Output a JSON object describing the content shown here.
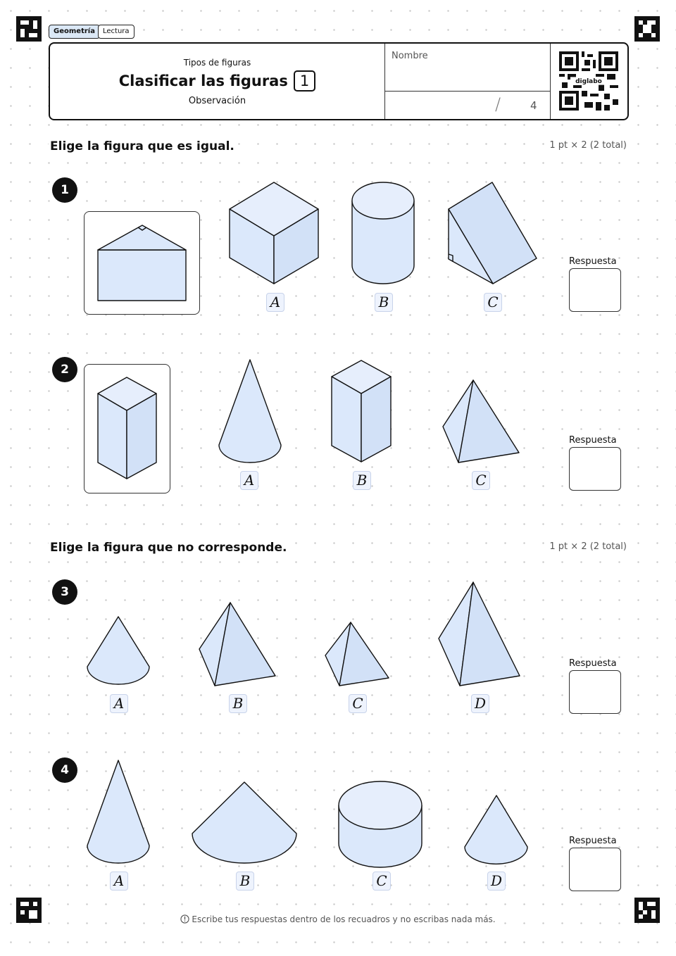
{
  "tags": [
    "Geometría",
    "Lectura"
  ],
  "header": {
    "topic": "Tipos de figuras",
    "title": "Clasificar las figuras",
    "number": "1",
    "subtitle": "Observación",
    "name_label": "Nombre",
    "score_slash": "/",
    "score_total": "4",
    "qr_label": "diglabo"
  },
  "sections": [
    {
      "title": "Elige la figura que es igual.",
      "points": "1 pt × 2 (2 total)"
    },
    {
      "title": "Elige la figura que no corresponde.",
      "points": "1 pt × 2 (2 total)"
    }
  ],
  "answer_label": "Respuesta",
  "questions": [
    {
      "number": "1",
      "options": [
        "A",
        "B",
        "C"
      ]
    },
    {
      "number": "2",
      "options": [
        "A",
        "B",
        "C"
      ]
    },
    {
      "number": "3",
      "options": [
        "A",
        "B",
        "C",
        "D"
      ]
    },
    {
      "number": "4",
      "options": [
        "A",
        "B",
        "C",
        "D"
      ]
    }
  ],
  "footer": "Escribe tus respuestas dentro de los recuadros y no escribas nada más.",
  "colors": {
    "shape_fill": "#dbe8fb",
    "letter_bg": "#eef3fd",
    "stroke": "#111111"
  }
}
